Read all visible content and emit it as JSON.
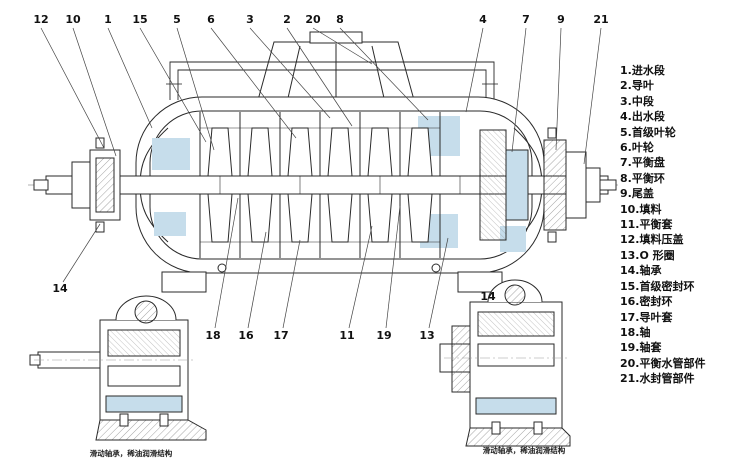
{
  "page": {
    "background": "#ffffff",
    "line_color": "#2a2a2a",
    "accent_blue": "#c6ddeb"
  },
  "legend": {
    "items": [
      {
        "label": "1.进水段"
      },
      {
        "label": "2.导叶"
      },
      {
        "label": "3.中段"
      },
      {
        "label": "4.出水段"
      },
      {
        "label": "5.首级叶轮"
      },
      {
        "label": "6.叶轮"
      },
      {
        "label": "7.平衡盘"
      },
      {
        "label": "8.平衡环"
      },
      {
        "label": "9.尾盖"
      },
      {
        "label": "10.填料"
      },
      {
        "label": "11.平衡套"
      },
      {
        "label": "12.填料压盖"
      },
      {
        "label": "13.O 形圈"
      },
      {
        "label": "14.轴承"
      },
      {
        "label": "15.首级密封环"
      },
      {
        "label": "16.密封环"
      },
      {
        "label": "17.导叶套"
      },
      {
        "label": "18.轴"
      },
      {
        "label": "19.轴套"
      },
      {
        "label": "20.平衡水管部件"
      },
      {
        "label": "21.水封管部件"
      }
    ]
  },
  "callouts": [
    {
      "label": "12"
    },
    {
      "label": "10"
    },
    {
      "label": "1"
    },
    {
      "label": "15"
    },
    {
      "label": "5"
    },
    {
      "label": "6"
    },
    {
      "label": "3"
    },
    {
      "label": "2"
    },
    {
      "label": "20"
    },
    {
      "label": "8"
    },
    {
      "label": "4"
    },
    {
      "label": "7"
    },
    {
      "label": "9"
    },
    {
      "label": "21"
    },
    {
      "label": "14"
    },
    {
      "label": "18"
    },
    {
      "label": "16"
    },
    {
      "label": "17"
    },
    {
      "label": "11"
    },
    {
      "label": "19"
    },
    {
      "label": "13"
    },
    {
      "label": "14"
    }
  ],
  "captions": {
    "left": "滑动轴承，稀油润滑结构",
    "right": "滑动轴承，稀油润滑结构"
  }
}
